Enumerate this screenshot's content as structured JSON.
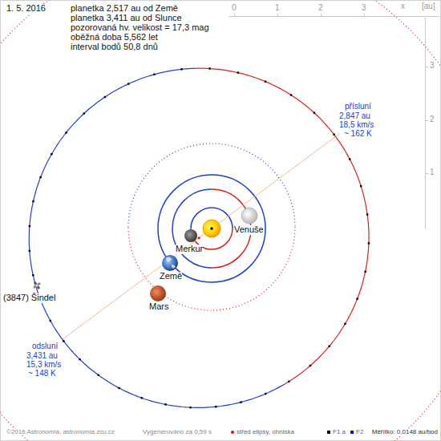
{
  "diagram": {
    "labels": [
      "1. 5. 2016",
      "planetka 2,517 au od Země",
      "planetka 3,411 au od Slunce",
      "pozorovaná hv. velikost = 17,3 mag",
      "oběžná doba 5,562 let",
      "interval bodů 50,8 dnů",
      "0",
      "1",
      "2",
      "3",
      "x",
      "[au]",
      "3",
      "2",
      "1",
      "přísluní",
      "2,847 au",
      "18,5 km/s",
      "~ 162 K",
      "odsluní",
      "3,431 au",
      "15,3 km/s",
      "~ 148 K",
      "Venuše",
      "Merkur",
      "Země",
      "Mars",
      "(3847) Šindel",
      "©2016 Astronomia, astronomia.zcu.cz",
      "Vygenerováno za 0,59 s",
      "Měřítko: 0,0148 au/bod"
    ],
    "legend": [
      {
        "text": "střed elipsy, ohniska",
        "color": "#ff0000"
      },
      {
        "text": "F1 a",
        "color": "#000000"
      },
      {
        "text": "F2",
        "color": "#0000ff"
      }
    ]
  }
}
